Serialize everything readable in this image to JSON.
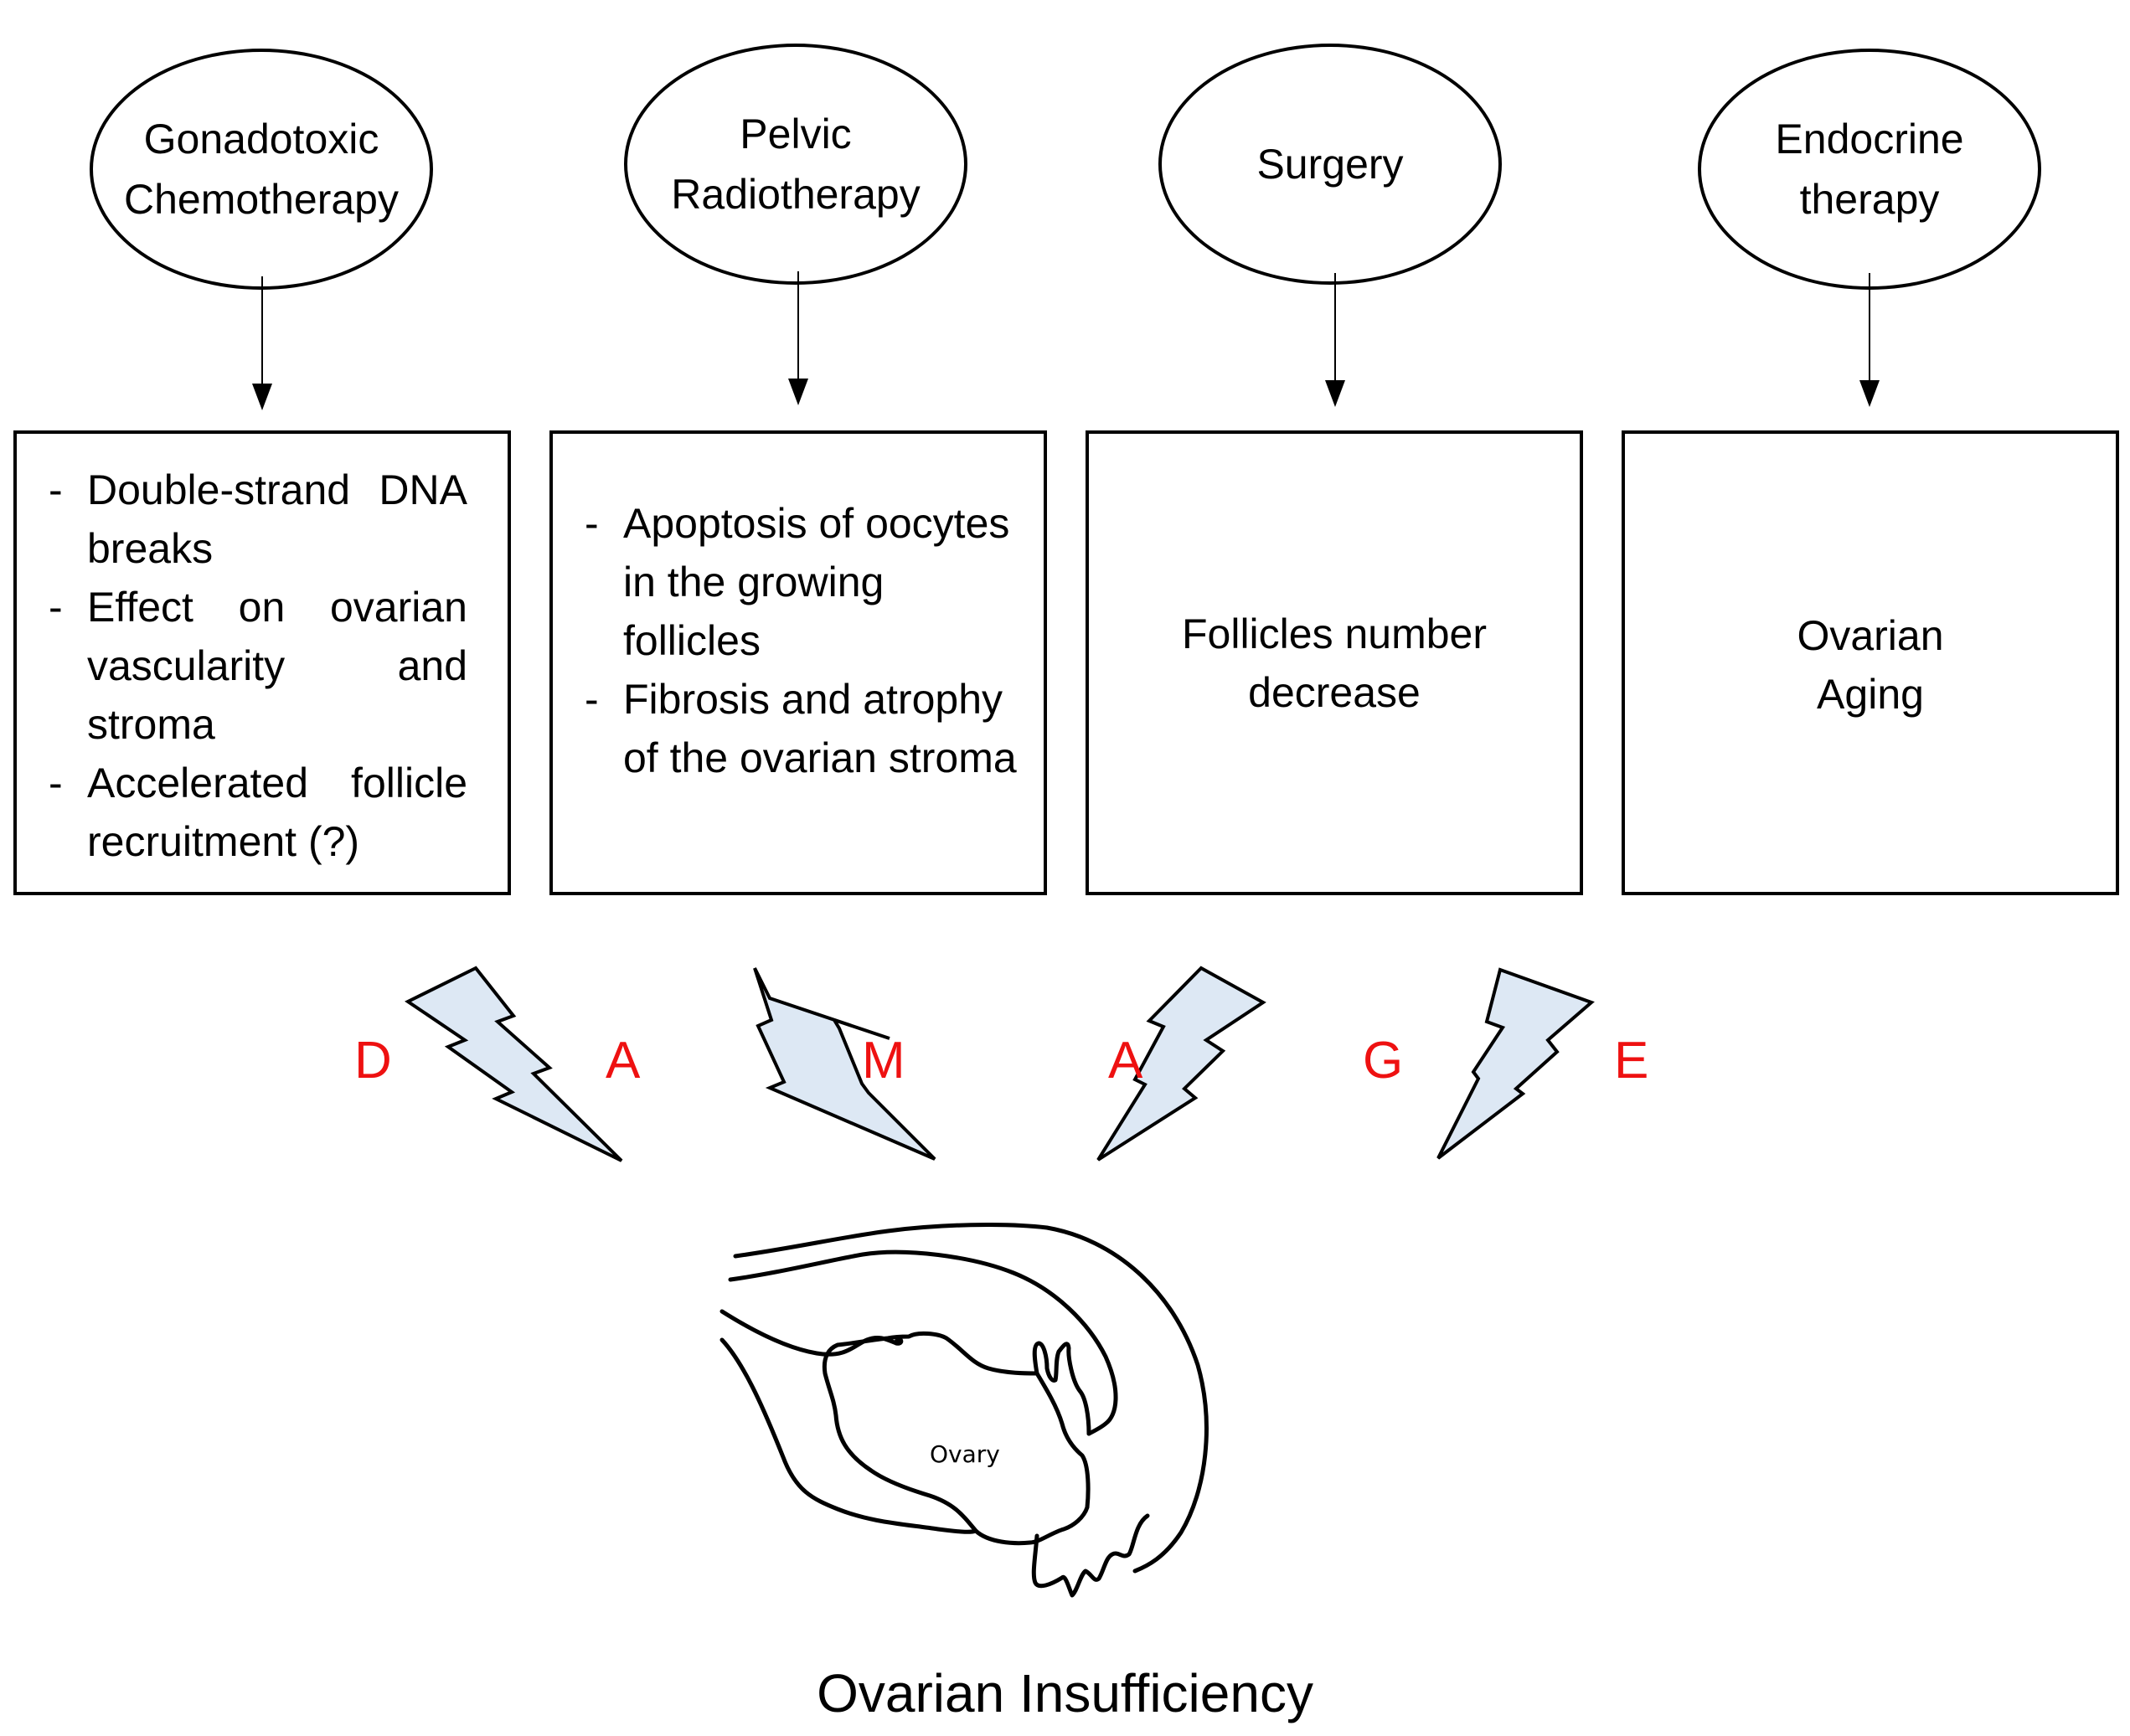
{
  "causes": [
    {
      "line1": "Gonadotoxic",
      "line2": "Chemotherapy"
    },
    {
      "line1": "Pelvic",
      "line2": "Radiotherapy"
    },
    {
      "line1": "Surgery",
      "line2": ""
    },
    {
      "line1": "Endocrine",
      "line2": "therapy"
    }
  ],
  "effects": [
    {
      "bullets": [
        "Double-strand DNA breaks",
        "Effect on ovarian vascularity and stroma",
        "Accelerated follicle recruitment (?)"
      ]
    },
    {
      "bullets": [
        "Apoptosis of oocytes in the growing follicles",
        "Fibrosis and atrophy of the ovarian stroma"
      ]
    },
    {
      "line1": "Follicles number",
      "line2": "decrease"
    },
    {
      "line1": "Ovarian",
      "line2": "Aging"
    }
  ],
  "damage_letters": [
    "D",
    "A",
    "M",
    "A",
    "G",
    "E"
  ],
  "colors": {
    "letter": "#ee1111",
    "bolt_fill": "#dde8f4",
    "stroke": "#000000"
  },
  "ovary_label": "Ovary",
  "title": "Ovarian Insufficiency"
}
